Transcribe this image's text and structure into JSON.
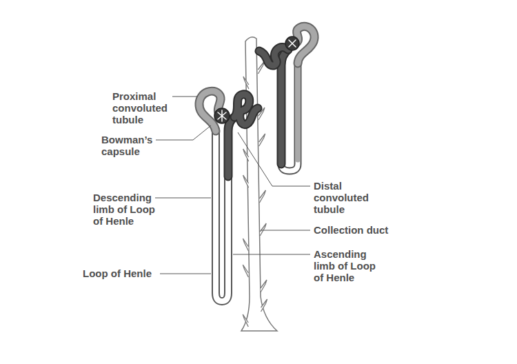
{
  "diagram": {
    "labels": [
      "Proximal convoluted tubule",
      "Bowman’s capsule",
      "Descending limb of Loop of Henle",
      "Loop of Henle",
      "Distal convoluted tubule",
      "Collection duct",
      "Ascending limb of Loop of Henle"
    ]
  }
}
